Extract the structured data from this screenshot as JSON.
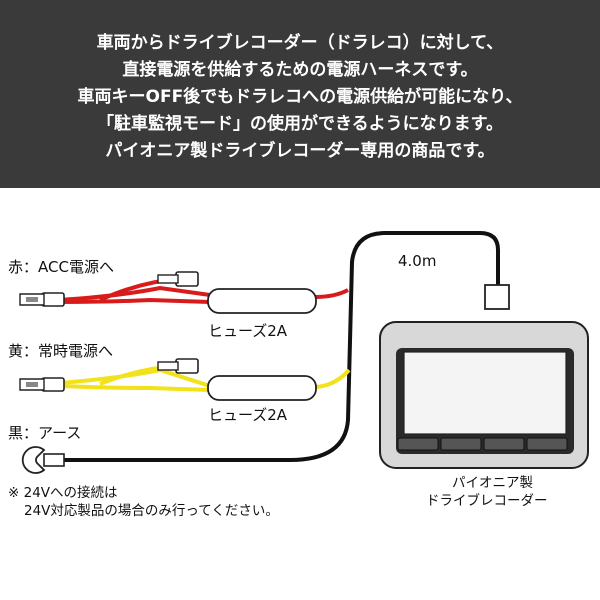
{
  "header": {
    "lines": [
      "車両からドライブレコーダー（ドラレコ）に対して、",
      "直接電源を供給するための電源ハーネスです。",
      "車両キーOFF後でもドラレコへの電源供給が可能になり、",
      "「駐車監視モード」の使用ができるようになります。",
      "パイオニア製ドライブレコーダー専用の商品です。"
    ],
    "background": "#3a3a3a"
  },
  "wires": {
    "red_label": "赤：ACC電源へ",
    "yellow_label": "黄：常時電源へ",
    "black_label": "黒：アース",
    "fuse_label_red": "ヒューズ2A",
    "fuse_label_yellow": "ヒューズ2A",
    "colors": {
      "red": "#d81c1c",
      "yellow": "#f2e21a",
      "black": "#111111"
    }
  },
  "cable_length": "4.0m",
  "note": {
    "line1": "※ 24Vへの接続は",
    "line2": "24V対応製品の場合のみ行ってください。"
  },
  "device": {
    "label_line1": "パイオニア製",
    "label_line2": "ドライブレコーダー"
  }
}
